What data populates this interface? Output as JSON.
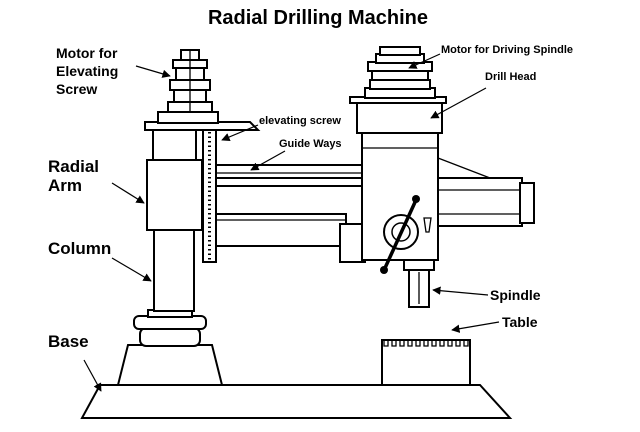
{
  "title": "Radial Drilling Machine",
  "labels": {
    "motor_elevating_line1": "Motor for",
    "motor_elevating_line2": "Elevating",
    "motor_elevating_line3": "Screw",
    "radial_arm_line1": "Radial",
    "radial_arm_line2": "Arm",
    "column": "Column",
    "base": "Base",
    "elevating_screw": "elevating screw",
    "guide_ways": "Guide Ways",
    "motor_driving_spindle": "Motor for Driving Spindle",
    "drill_head": "Drill Head",
    "spindle": "Spindle",
    "table": "Table"
  }
}
